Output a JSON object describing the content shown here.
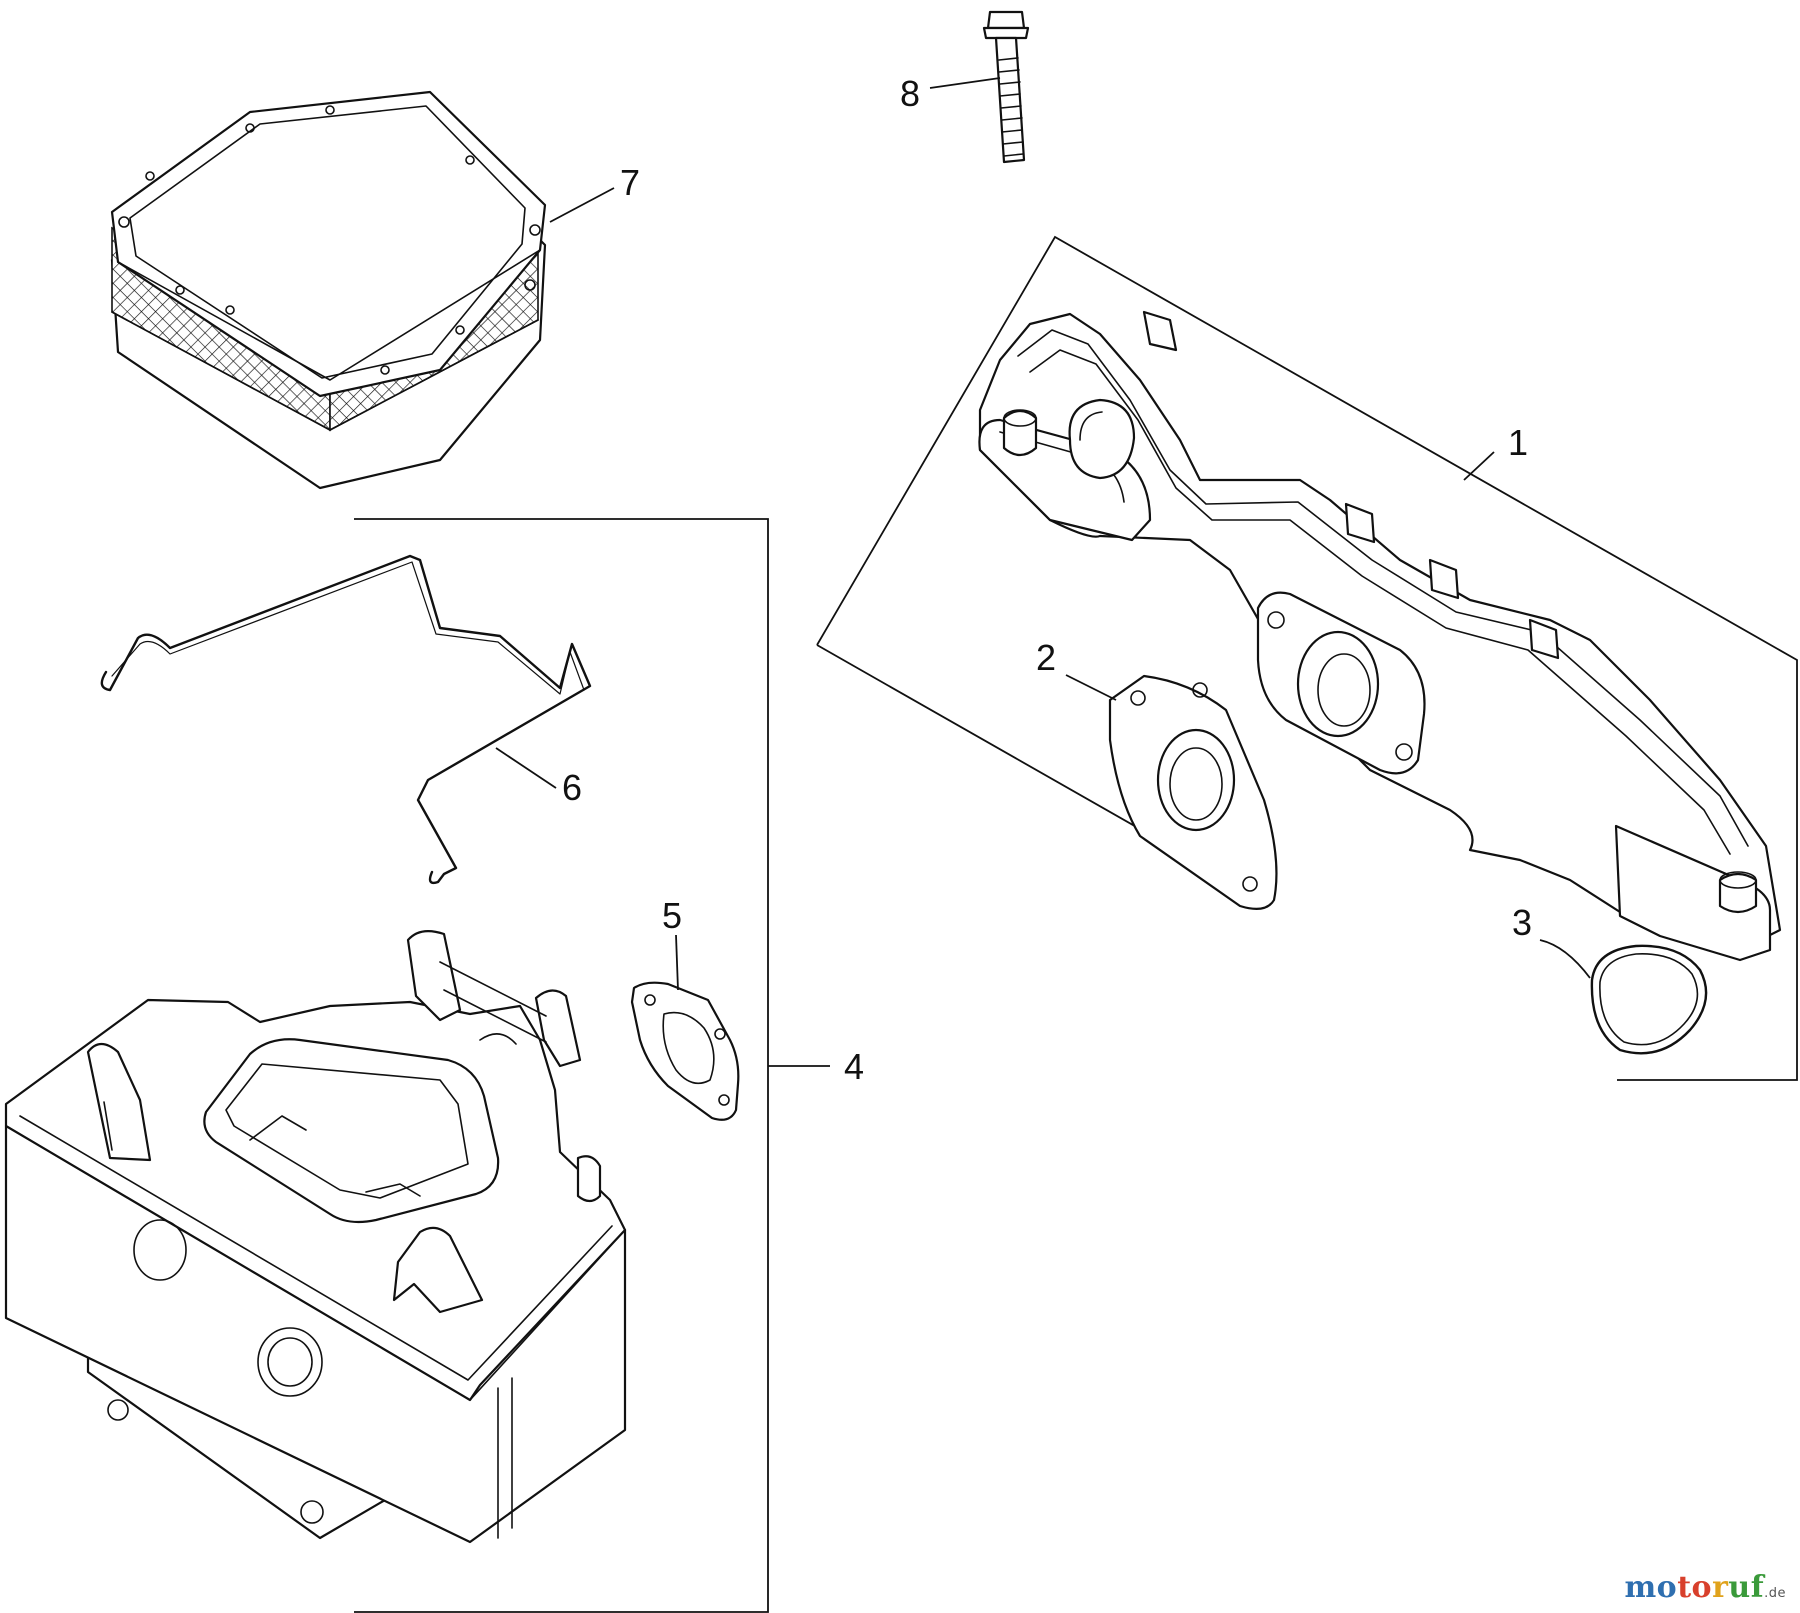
{
  "diagram": {
    "callouts": {
      "c1": "1",
      "c2": "2",
      "c3": "3",
      "c4": "4",
      "c5": "5",
      "c6": "6",
      "c7": "7",
      "c8": "8"
    }
  },
  "watermark": {
    "part1": "mo",
    "part2": "to",
    "part3": "r",
    "part4": "uf",
    "tld": ".de"
  }
}
